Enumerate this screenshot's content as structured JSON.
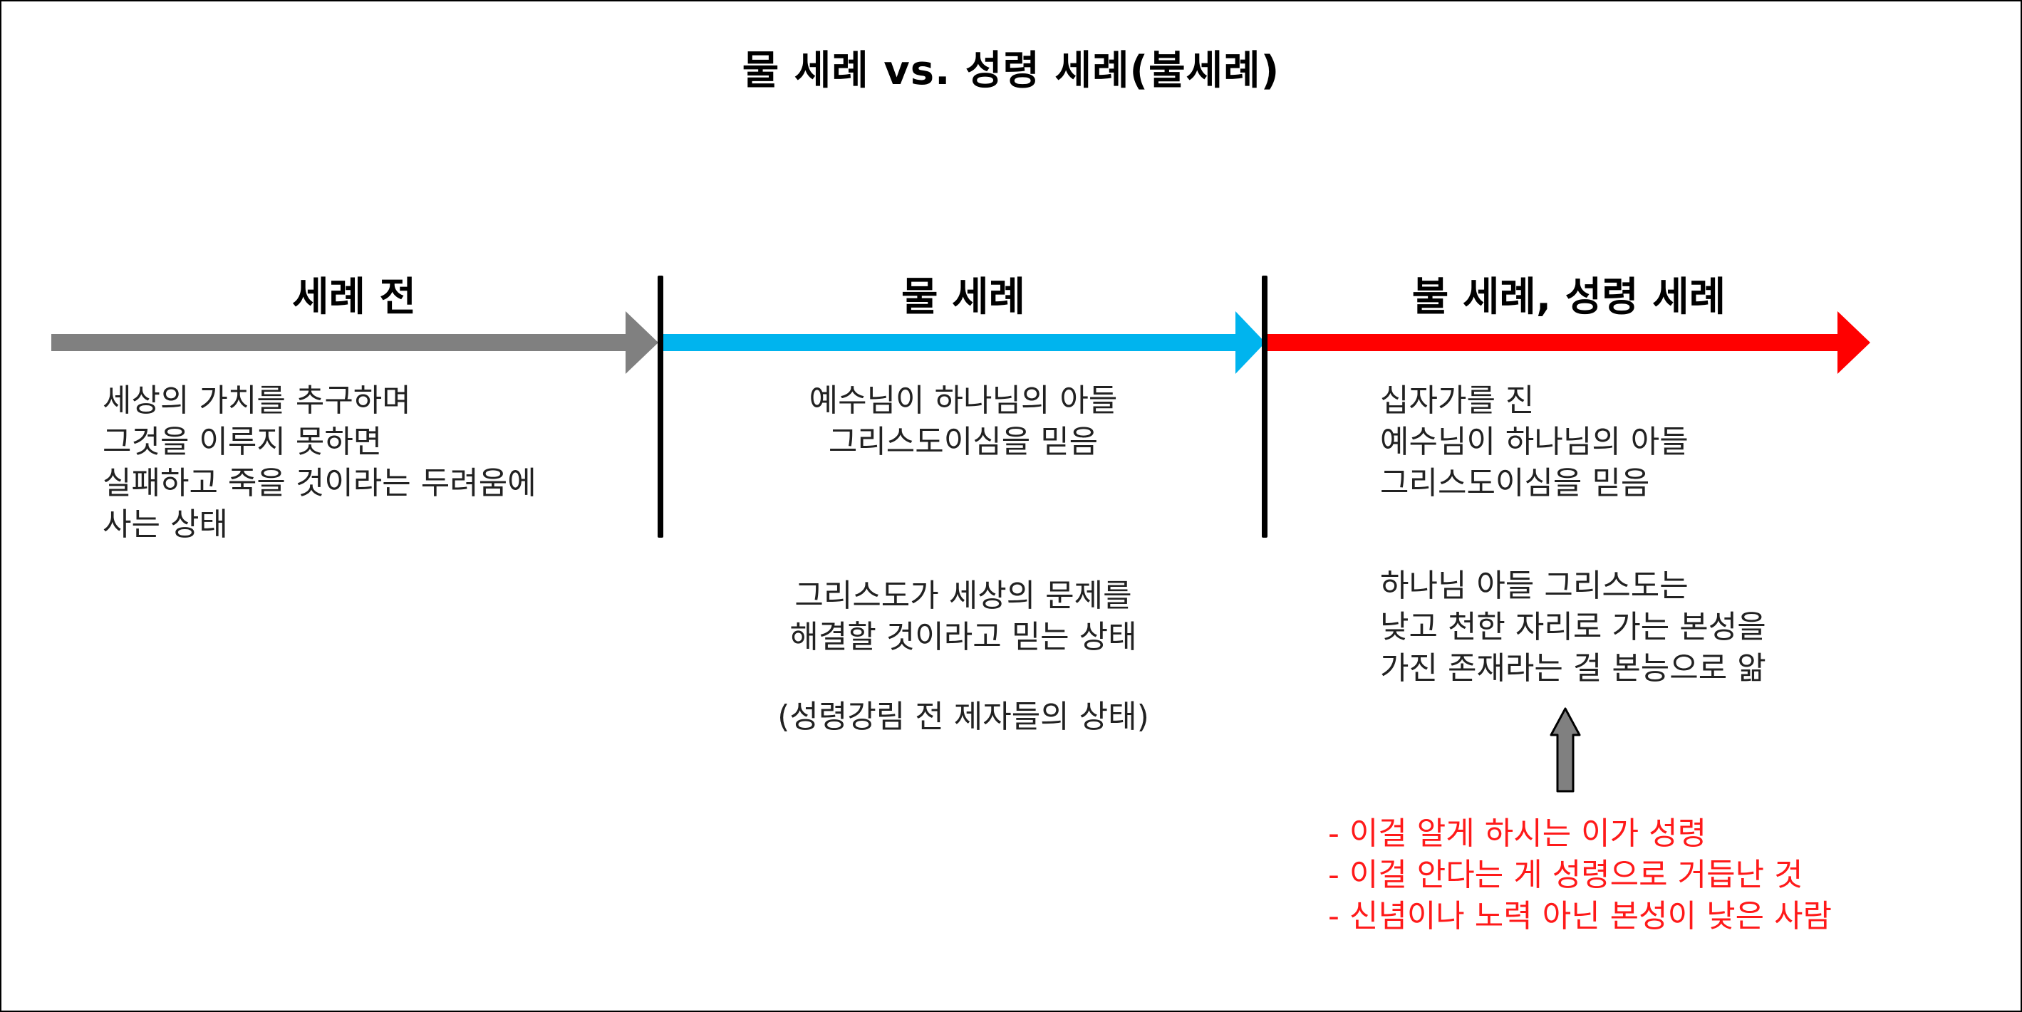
{
  "title": "물 세례 vs. 성령 세례(불세례)",
  "colors": {
    "stage1": "#808080",
    "stage2": "#00b4ee",
    "stage3": "#ff0000",
    "note": "#ff1a1a",
    "up_arrow": "#808080"
  },
  "stages": [
    {
      "title": "세례 전",
      "description": [
        "세상의 가치를 추구하며",
        "그것을 이루지 못하면",
        "실패하고 죽을 것이라는 두려움에",
        "사는 상태"
      ]
    },
    {
      "title": "물 세례",
      "description": [
        "예수님이 하나님의 아들",
        "그리스도이심을 믿음"
      ],
      "extra": [
        "그리스도가 세상의 문제를",
        "해결할 것이라고 믿는 상태"
      ],
      "note": "(성령강림 전 제자들의 상태)"
    },
    {
      "title": "불 세례, 성령 세례",
      "description": [
        "십자가를 진",
        "예수님이 하나님의 아들",
        "그리스도이심을 믿음"
      ],
      "extra": [
        "하나님 아들 그리스도는",
        "낮고 천한 자리로 가는 본성을",
        "가진 존재라는 걸 본능으로 앎"
      ]
    }
  ],
  "points": [
    "- 이걸 알게 하시는 이가 성령",
    "- 이걸 안다는 게 성령으로 거듭난 것",
    "- 신념이나 노력 아닌 본성이 낮은 사람"
  ]
}
